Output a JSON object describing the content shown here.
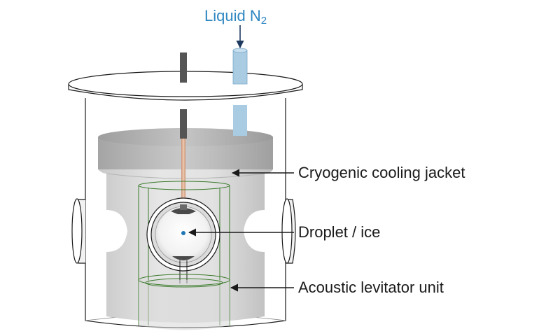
{
  "labels": {
    "liquid_n2": {
      "main": "Liquid N",
      "sub": "2",
      "color": "#2e86c1"
    },
    "cooling_jacket": "Cryogenic cooling jacket",
    "droplet": "Droplet / ice",
    "levitator": "Acoustic levitator unit"
  },
  "colors": {
    "outline": "#1a1a1a",
    "grid_wire": "#3a7a2a",
    "n2_tube": "#a9cce3",
    "droplet": "#1f77b4",
    "probe_rod": "#555555",
    "copper_rod": "#d9a88a"
  }
}
